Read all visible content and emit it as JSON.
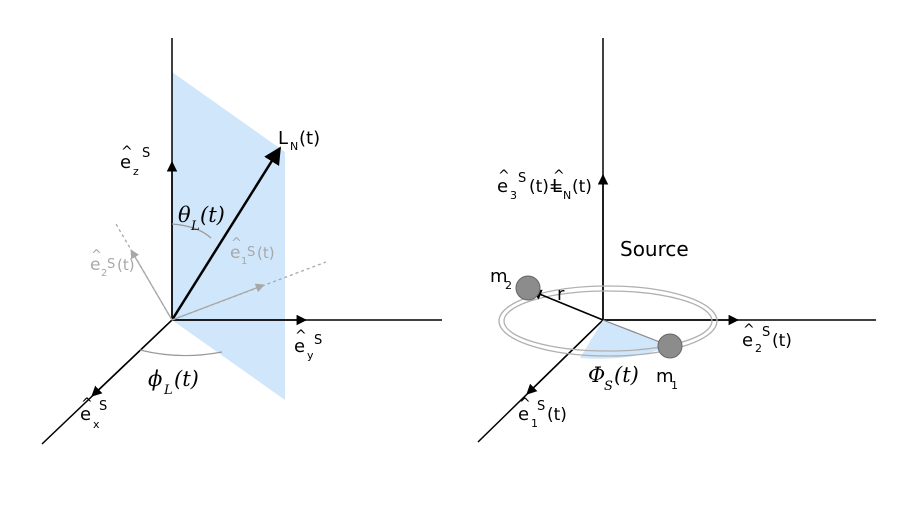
{
  "left_diagram": {
    "ez": {
      "base": "e",
      "hat": "^",
      "sub": "z",
      "sup": "S"
    },
    "ey": {
      "base": "e",
      "hat": "^",
      "sub": "y",
      "sup": "S"
    },
    "ex": {
      "base": "e",
      "hat": "^",
      "sub": "x",
      "sup": "S"
    },
    "e1": {
      "base": "e",
      "hat": "^",
      "sub": "1",
      "sup": "S",
      "arg": "(t)"
    },
    "e2": {
      "base": "e",
      "hat": "^",
      "sub": "2",
      "sup": "S",
      "arg": "(t)"
    },
    "LN": {
      "base": "L",
      "sub": "N",
      "arg": "(t)"
    },
    "theta": {
      "base": "θ",
      "sub": "L",
      "arg": "(t)"
    },
    "phi": {
      "base": "ϕ",
      "sub": "L",
      "arg": "(t)"
    }
  },
  "right_diagram": {
    "e3": {
      "base": "e",
      "hat": "^",
      "sub": "3",
      "sup": "S",
      "arg": "(t)=",
      "rhs_base": "L",
      "rhs_sub": "N",
      "rhs_arg": "(t)"
    },
    "e2": {
      "base": "e",
      "hat": "^",
      "sub": "2",
      "sup": "S",
      "arg": "(t)"
    },
    "e1": {
      "base": "e",
      "hat": "^",
      "sub": "1",
      "sup": "S",
      "arg": "(t)"
    },
    "source": "Source",
    "m2": {
      "base": "m",
      "sub": "2"
    },
    "m1": {
      "base": "m",
      "sub": "1"
    },
    "r": "r",
    "Phi": {
      "base": "Φ",
      "sub": "S",
      "arg": "(t)"
    }
  },
  "colors": {
    "plane": "#cfe6fb",
    "axis": "#000000",
    "gray": "#a8a8a8",
    "mass": "#8c8c8c"
  }
}
